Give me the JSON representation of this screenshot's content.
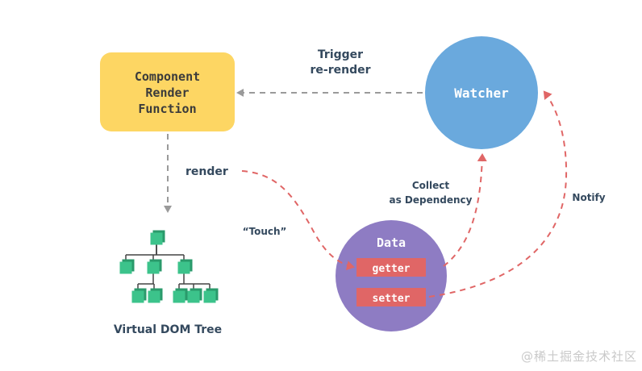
{
  "component": {
    "lines": [
      "Component",
      "Render",
      "Function"
    ]
  },
  "watcher": {
    "label": "Watcher"
  },
  "data_node": {
    "label": "Data",
    "getter": "getter",
    "setter": "setter"
  },
  "labels": {
    "trigger": [
      "Trigger",
      "re-render"
    ],
    "render": "render",
    "touch": "“Touch”",
    "collect": [
      "Collect",
      "as Dependency"
    ],
    "notify": "Notify",
    "vdom": "Virtual DOM Tree"
  },
  "watermark": "@稀土掘金技术社区",
  "colors": {
    "component_fill": "#fdd663",
    "watcher_fill": "#6aa9dd",
    "data_fill": "#8e7cc3",
    "pill_fill": "#e06666",
    "cube_top": "#3cc38b",
    "cube_side": "#2a9a6b",
    "arrow_gray": "#999999",
    "arrow_red": "#e06666",
    "text_dark": "#34495e"
  }
}
